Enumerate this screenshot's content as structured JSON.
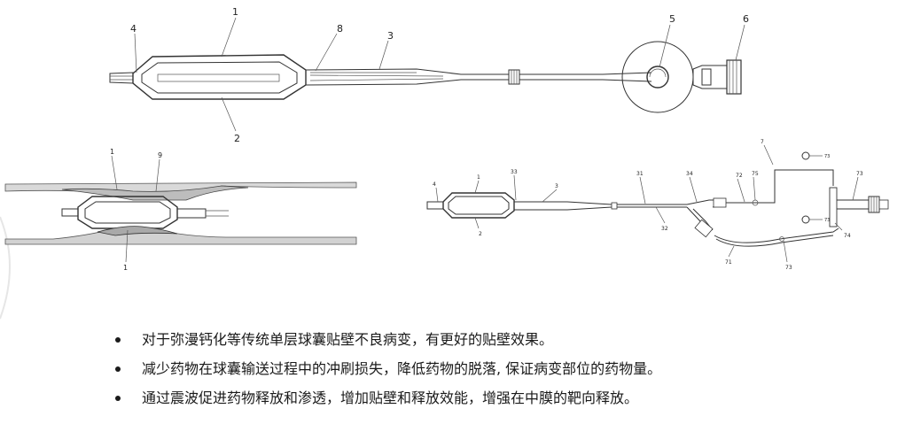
{
  "figure_top": {
    "labels": [
      "1",
      "2",
      "3",
      "4",
      "5",
      "6",
      "8"
    ]
  },
  "figure_left": {
    "labels": [
      "1",
      "9",
      "1"
    ]
  },
  "figure_right": {
    "labels": [
      "1",
      "2",
      "3",
      "4",
      "31",
      "32",
      "33",
      "34",
      "72",
      "73",
      "74",
      "75",
      "7",
      "71"
    ]
  },
  "bullets": [
    "对于弥漫钙化等传统单层球囊贴壁不良病变，有更好的贴壁效果。",
    "减少药物在球囊输送过程中的冲刷损失，降低药物的脱落, 保证病变部位的药物量。",
    "通过震波促进药物释放和渗透，增加贴壁和释放效能，增强在中膜的靶向释放。"
  ]
}
